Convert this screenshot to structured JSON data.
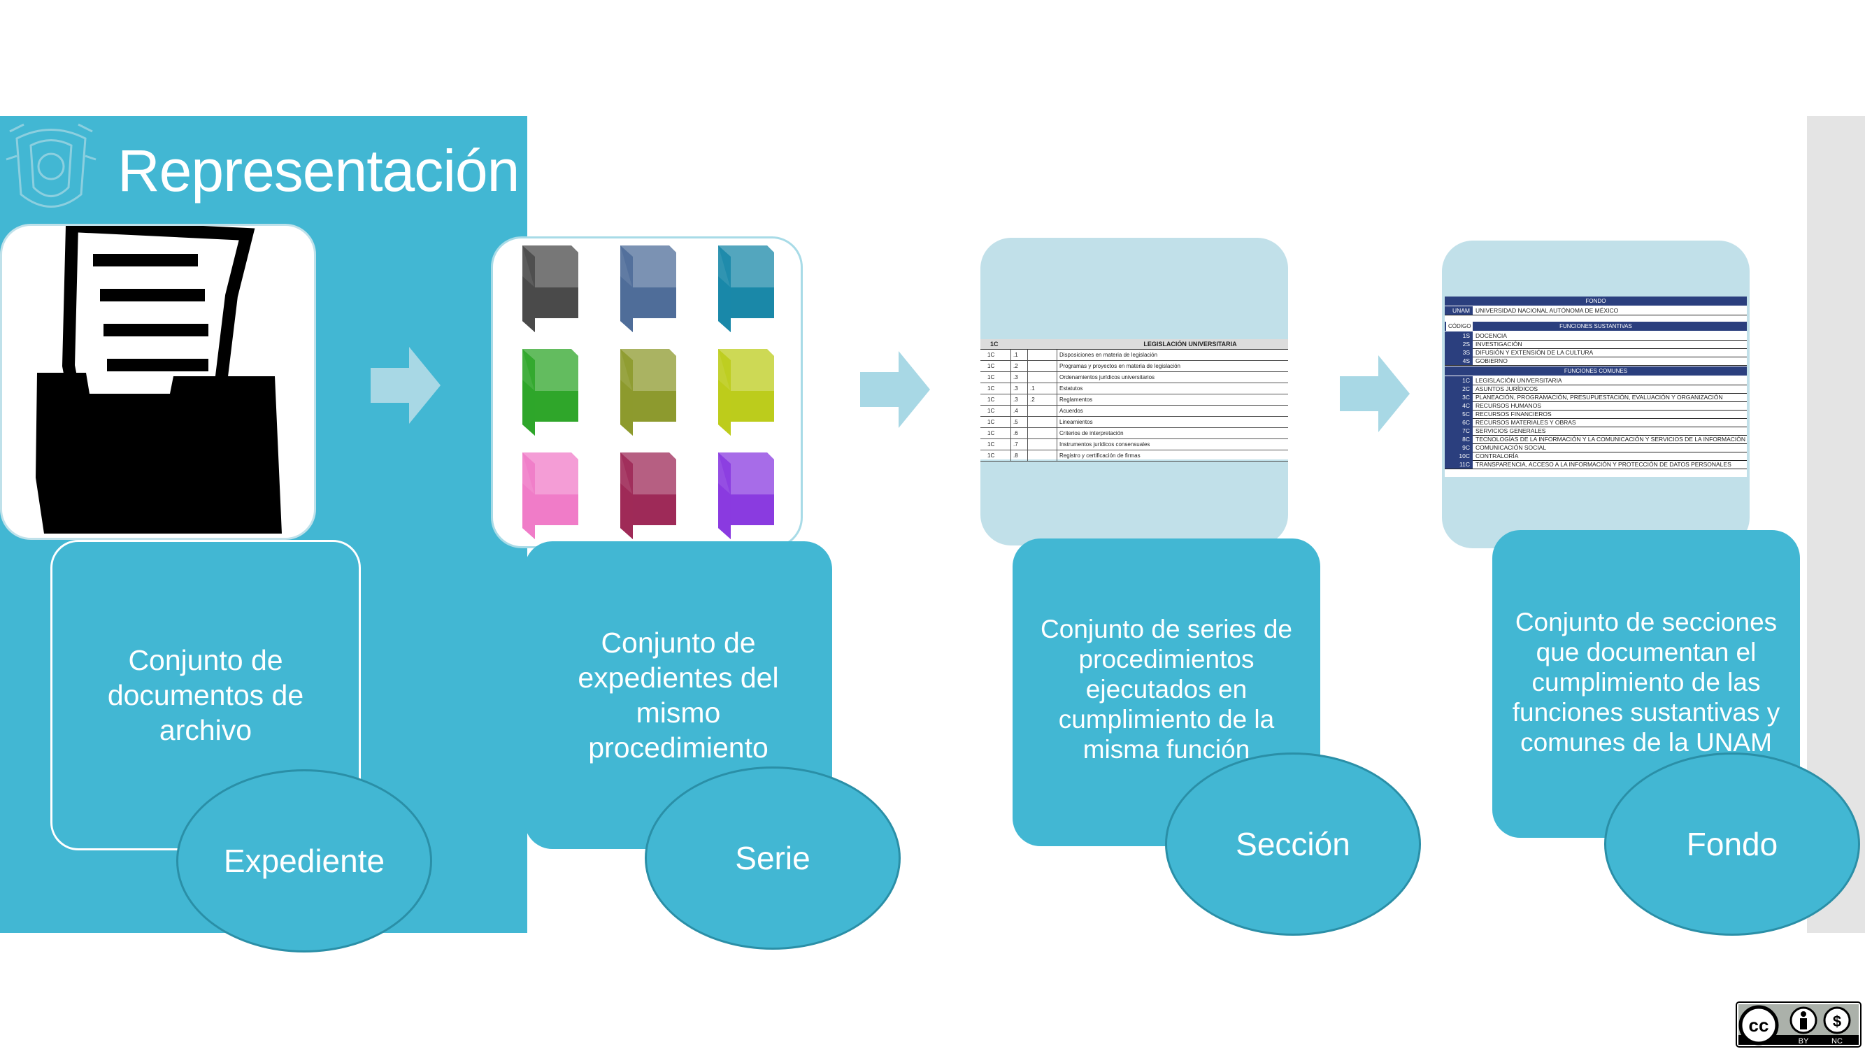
{
  "title": "Representación",
  "colors": {
    "accent": "#42b7d3",
    "arrow": "#a8d8e5",
    "card_bg": "#c1e0e9",
    "table_bar": "#2b3f7e"
  },
  "stages": [
    {
      "name": "Expediente",
      "description": "Conjunto de documentos de archivo",
      "icon": "document-folder-icon"
    },
    {
      "name": "Serie",
      "description": "Conjunto de expedientes del mismo procedimiento",
      "icon": "colored-folders-icon"
    },
    {
      "name": "Sección",
      "description": "Conjunto de series de procedimientos ejecutados en cumplimiento de la misma función",
      "icon": "series-table-image"
    },
    {
      "name": "Fondo",
      "description": "Conjunto de secciones que documentan el cumplimiento de las funciones sustantivas y comunes de la UNAM",
      "icon": "fondo-table-image"
    }
  ],
  "folder_colors": [
    "#4a4a4a",
    "#4f6d99",
    "#1a88a8",
    "#2fa62a",
    "#8d9a2e",
    "#bccc1c",
    "#f07cc8",
    "#9e2a58",
    "#8a3be0"
  ],
  "seccion_table": {
    "header": [
      "1C",
      "",
      "",
      "LEGISLACIÓN UNIVERSITARIA"
    ],
    "rows": [
      [
        "1C",
        ".1",
        "",
        "Disposiciones en materia de legislación"
      ],
      [
        "1C",
        ".2",
        "",
        "Programas y proyectos en materia de legislación"
      ],
      [
        "1C",
        ".3",
        "",
        "Ordenamientos jurídicos universitarios"
      ],
      [
        "1C",
        ".3",
        ".1",
        "Estatutos"
      ],
      [
        "1C",
        ".3",
        ".2",
        "Reglamentos"
      ],
      [
        "1C",
        ".4",
        "",
        "Acuerdos"
      ],
      [
        "1C",
        ".5",
        "",
        "Lineamientos"
      ],
      [
        "1C",
        ".6",
        "",
        "Criterios de interpretación"
      ],
      [
        "1C",
        ".7",
        "",
        "Instrumentos jurídicos consensuales"
      ],
      [
        "1C",
        ".8",
        "",
        "Registro y certificación de firmas"
      ]
    ]
  },
  "fondo_table": {
    "fondo_label": "FONDO",
    "fondo_code": "UNAM",
    "fondo_name": "UNIVERSIDAD NACIONAL AUTÓNOMA DE MÉXICO",
    "codigo_label": "CÓDIGO",
    "sustantivas_label": "FUNCIONES SUSTANTIVAS",
    "sustantivas": [
      [
        "1S",
        "DOCENCIA"
      ],
      [
        "2S",
        "INVESTIGACIÓN"
      ],
      [
        "3S",
        "DIFUSIÓN Y EXTENSIÓN DE LA CULTURA"
      ],
      [
        "4S",
        "GOBIERNO"
      ]
    ],
    "comunes_label": "FUNCIONES COMUNES",
    "comunes": [
      [
        "1C",
        "LEGISLACIÓN UNIVERSITARIA"
      ],
      [
        "2C",
        "ASUNTOS JURÍDICOS"
      ],
      [
        "3C",
        "PLANEACIÓN, PROGRAMACIÓN, PRESUPUESTACIÓN, EVALUACIÓN Y ORGANIZACIÓN"
      ],
      [
        "4C",
        "RECURSOS HUMANOS"
      ],
      [
        "5C",
        "RECURSOS FINANCIEROS"
      ],
      [
        "6C",
        "RECURSOS MATERIALES Y OBRAS"
      ],
      [
        "7C",
        "SERVICIOS GENERALES"
      ],
      [
        "8C",
        "TECNOLOGÍAS DE LA INFORMACIÓN Y LA COMUNICACIÓN Y SERVICIOS DE LA INFORMACIÓN"
      ],
      [
        "9C",
        "COMUNICACIÓN SOCIAL"
      ],
      [
        "10C",
        "CONTRALORÍA"
      ],
      [
        "11C",
        "TRANSPARENCIA, ACCESO A LA INFORMACIÓN Y PROTECCIÓN DE DATOS PERSONALES"
      ]
    ]
  },
  "license": {
    "cc": "cc",
    "by": "BY",
    "nc": "NC"
  }
}
